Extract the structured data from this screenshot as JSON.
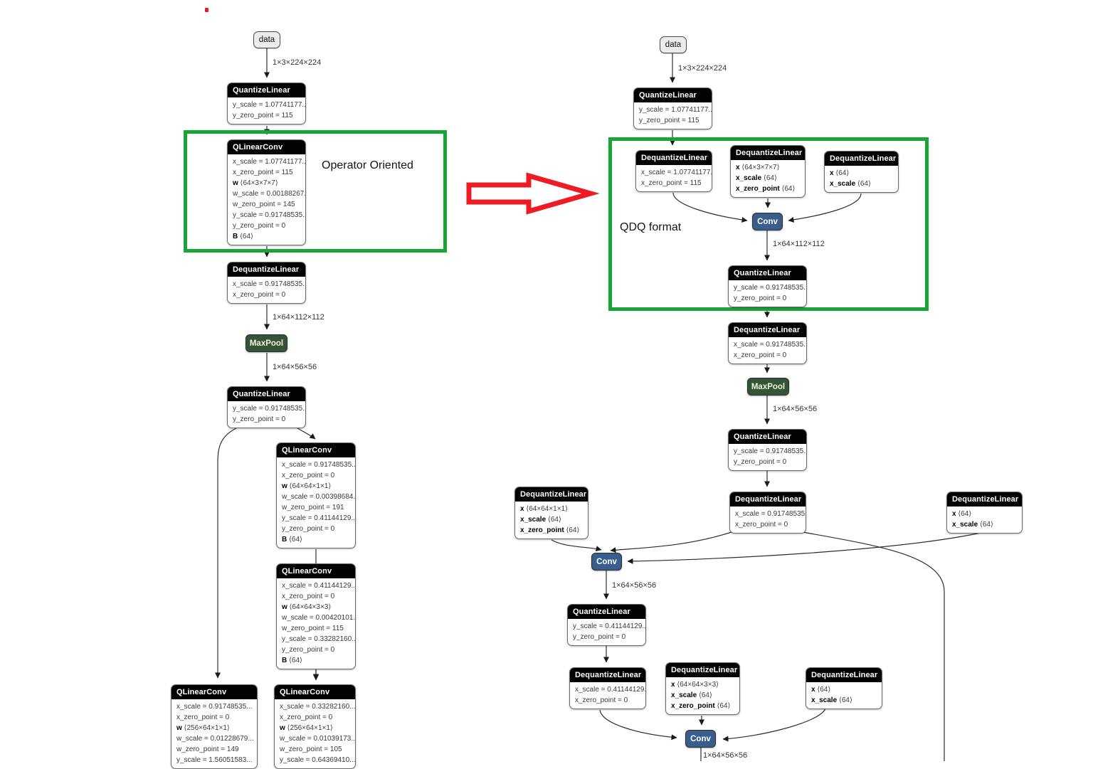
{
  "captions": {
    "left": "Operator Oriented",
    "right": "QDQ format"
  },
  "colors": {
    "green_box": "#18a536",
    "red_arrow": "#ed1c24",
    "conv_blue": "#3a5e8c",
    "pool_green": "#34543a",
    "node_header": "#030303"
  },
  "left_graph": {
    "nodes": [
      {
        "id": "l-data",
        "kind": "io",
        "title": "data"
      },
      {
        "id": "l-q1",
        "kind": "layer",
        "title": "QuantizeLinear",
        "rows": [
          "y_scale = 1.07741177...",
          "y_zero_point = 115"
        ]
      },
      {
        "id": "l-qconv1",
        "kind": "layer",
        "title": "QLinearConv",
        "rows": [
          "x_scale = 1.07741177...",
          "x_zero_point = 115",
          "**w** ⟨64×3×7×7⟩",
          "w_scale = 0.00188267...",
          "w_zero_point = 145",
          "y_scale = 0.91748535...",
          "y_zero_point = 0",
          "**B** ⟨64⟩"
        ]
      },
      {
        "id": "l-dq1",
        "kind": "layer",
        "title": "DequantizeLinear",
        "rows": [
          "x_scale = 0.91748535...",
          "x_zero_point = 0"
        ]
      },
      {
        "id": "l-maxpool",
        "kind": "pool",
        "title": "MaxPool"
      },
      {
        "id": "l-q2",
        "kind": "layer",
        "title": "QuantizeLinear",
        "rows": [
          "y_scale = 0.91748535...",
          "y_zero_point = 0"
        ]
      },
      {
        "id": "l-qconv2",
        "kind": "layer",
        "title": "QLinearConv",
        "rows": [
          "x_scale = 0.91748535...",
          "x_zero_point = 0",
          "**w** ⟨64×64×1×1⟩",
          "w_scale = 0.00398684...",
          "w_zero_point = 191",
          "y_scale = 0.41144129...",
          "y_zero_point = 0",
          "**B** ⟨64⟩"
        ]
      },
      {
        "id": "l-qconv3",
        "kind": "layer",
        "title": "QLinearConv",
        "rows": [
          "x_scale = 0.41144129...",
          "x_zero_point = 0",
          "**w** ⟨64×64×3×3⟩",
          "w_scale = 0.00420101...",
          "w_zero_point = 115",
          "y_scale = 0.33282160...",
          "y_zero_point = 0",
          "**B** ⟨64⟩"
        ]
      },
      {
        "id": "l-qconv4",
        "kind": "layer",
        "title": "QLinearConv",
        "rows": [
          "x_scale = 0.91748535...",
          "x_zero_point = 0",
          "**w** ⟨256×64×1×1⟩",
          "w_scale = 0.01228679...",
          "w_zero_point = 149",
          "y_scale = 1.56051583..."
        ]
      },
      {
        "id": "l-qconv5",
        "kind": "layer",
        "title": "QLinearConv",
        "rows": [
          "x_scale = 0.33282160...",
          "x_zero_point = 0",
          "**w** ⟨256×64×1×1⟩",
          "w_scale = 0.01039173...",
          "w_zero_point = 105",
          "y_scale = 0.64369410..."
        ]
      }
    ]
  },
  "right_graph": {
    "nodes": [
      {
        "id": "r-data",
        "kind": "io",
        "title": "data"
      },
      {
        "id": "r-q1",
        "kind": "layer",
        "title": "QuantizeLinear",
        "rows": [
          "y_scale = 1.07741177...",
          "y_zero_point = 115"
        ]
      },
      {
        "id": "r-dq1",
        "kind": "layer",
        "title": "DequantizeLinear",
        "rows": [
          "x_scale = 1.07741177...",
          "x_zero_point = 115"
        ]
      },
      {
        "id": "r-dq-w1",
        "kind": "layer",
        "title": "DequantizeLinear",
        "rows": [
          "**x** ⟨64×3×7×7⟩",
          "**x_scale** ⟨64⟩",
          "**x_zero_point** ⟨64⟩"
        ]
      },
      {
        "id": "r-dq-b1",
        "kind": "layer",
        "title": "DequantizeLinear",
        "rows": [
          "**x** ⟨64⟩",
          "**x_scale** ⟨64⟩"
        ]
      },
      {
        "id": "r-conv1",
        "kind": "conv",
        "title": "Conv"
      },
      {
        "id": "r-q2",
        "kind": "layer",
        "title": "QuantizeLinear",
        "rows": [
          "y_scale = 0.91748535...",
          "y_zero_point = 0"
        ]
      },
      {
        "id": "r-dq2",
        "kind": "layer",
        "title": "DequantizeLinear",
        "rows": [
          "x_scale = 0.91748535...",
          "x_zero_point = 0"
        ]
      },
      {
        "id": "r-maxpool",
        "kind": "pool",
        "title": "MaxPool"
      },
      {
        "id": "r-q3",
        "kind": "layer",
        "title": "QuantizeLinear",
        "rows": [
          "y_scale = 0.91748535...",
          "y_zero_point = 0"
        ]
      },
      {
        "id": "r-dq3",
        "kind": "layer",
        "title": "DequantizeLinear",
        "rows": [
          "x_scale = 0.91748535...",
          "x_zero_point = 0"
        ]
      },
      {
        "id": "r-dq-w2",
        "kind": "layer",
        "title": "DequantizeLinear",
        "rows": [
          "**x** ⟨64×64×1×1⟩",
          "**x_scale** ⟨64⟩",
          "**x_zero_point** ⟨64⟩"
        ]
      },
      {
        "id": "r-dq-b2",
        "kind": "layer",
        "title": "DequantizeLinear",
        "rows": [
          "**x** ⟨64⟩",
          "**x_scale** ⟨64⟩"
        ]
      },
      {
        "id": "r-conv2",
        "kind": "conv",
        "title": "Conv"
      },
      {
        "id": "r-q4",
        "kind": "layer",
        "title": "QuantizeLinear",
        "rows": [
          "y_scale = 0.41144129...",
          "y_zero_point = 0"
        ]
      },
      {
        "id": "r-dq4",
        "kind": "layer",
        "title": "DequantizeLinear",
        "rows": [
          "x_scale = 0.41144129...",
          "x_zero_point = 0"
        ]
      },
      {
        "id": "r-dq-w3",
        "kind": "layer",
        "title": "DequantizeLinear",
        "rows": [
          "**x** ⟨64×64×3×3⟩",
          "**x_scale** ⟨64⟩",
          "**x_zero_point** ⟨64⟩"
        ]
      },
      {
        "id": "r-dq-b3",
        "kind": "layer",
        "title": "DequantizeLinear",
        "rows": [
          "**x** ⟨64⟩",
          "**x_scale** ⟨64⟩"
        ]
      },
      {
        "id": "r-conv3",
        "kind": "conv",
        "title": "Conv"
      }
    ]
  },
  "edge_labels": [
    {
      "id": "el-l1",
      "text": "1×3×224×224"
    },
    {
      "id": "el-l2",
      "text": "1×64×112×112"
    },
    {
      "id": "el-l3",
      "text": "1×64×56×56"
    },
    {
      "id": "el-r1",
      "text": "1×3×224×224"
    },
    {
      "id": "el-r2",
      "text": "1×64×112×112"
    },
    {
      "id": "el-r3",
      "text": "1×64×56×56"
    },
    {
      "id": "el-r4",
      "text": "1×64×56×56"
    },
    {
      "id": "el-r5",
      "text": "1×64×56×56"
    }
  ]
}
